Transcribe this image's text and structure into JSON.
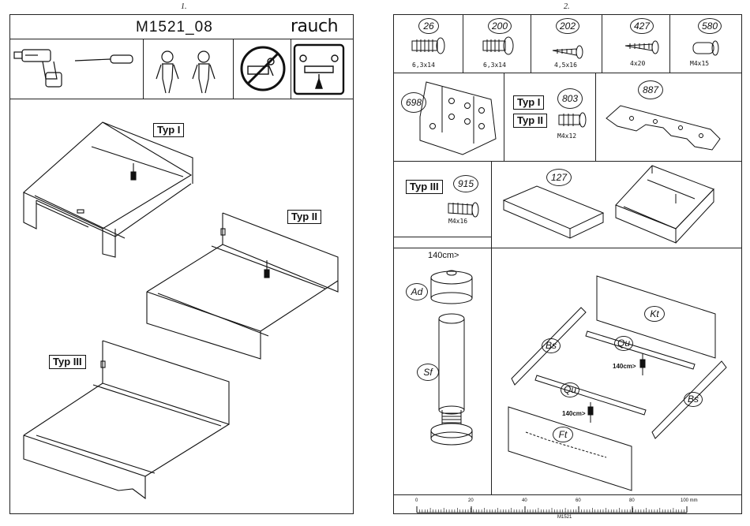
{
  "page1": {
    "number": "1.",
    "title": "M1521_08",
    "brand": "rauch",
    "types": [
      "Typ I",
      "Typ II",
      "Typ III"
    ]
  },
  "page2": {
    "number": "2.",
    "parts": [
      {
        "id": "26",
        "size": "6,3x14"
      },
      {
        "id": "200",
        "size": "6,3x14"
      },
      {
        "id": "202",
        "size": "4,5x16"
      },
      {
        "id": "427",
        "size": "4x20"
      },
      {
        "id": "580",
        "size": "M4x15"
      }
    ],
    "part_698": "698",
    "part_803": {
      "id": "803",
      "size": "M4x12"
    },
    "part_887": "887",
    "part_915": {
      "id": "915",
      "size": "M4x16"
    },
    "part_127": "127",
    "height_label": "140cm>",
    "labels": {
      "ad": "Ad",
      "sf": "Sf",
      "kt": "Kt",
      "bs": "Bs",
      "qu": "Qu",
      "ft": "Ft"
    },
    "small_label": "140cm>",
    "ruler": {
      "ticks": [
        "0",
        "20",
        "40",
        "60",
        "80",
        "100 mm"
      ],
      "code": "M1521"
    }
  }
}
